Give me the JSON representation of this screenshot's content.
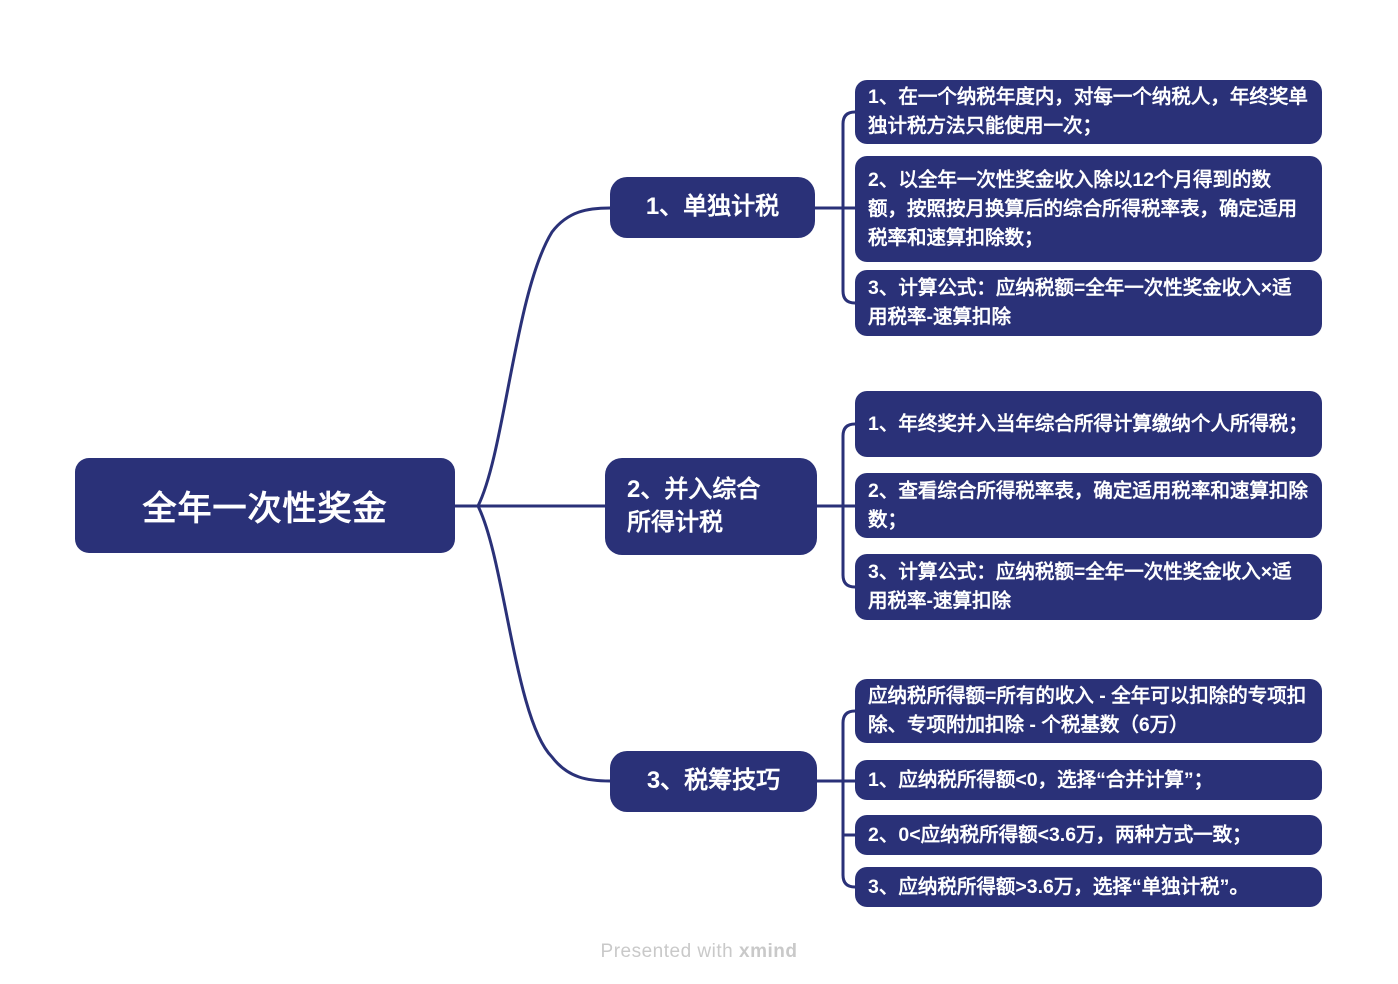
{
  "diagram": {
    "root": {
      "label": "全年一次性奖金"
    },
    "branches": [
      {
        "label": "1、单独计税",
        "children": [
          "1、在一个纳税年度内，对每一个纳税人，年终奖单独计税方法只能使用一次；",
          "2、以全年一次性奖金收入除以12个月得到的数额，按照按月换算后的综合所得税率表，确定适用税率和速算扣除数；",
          "3、计算公式：应纳税额=全年一次性奖金收入×适用税率-速算扣除"
        ]
      },
      {
        "label": "2、并入综合\n所得计税",
        "children": [
          "1、年终奖并入当年综合所得计算缴纳个人所得税；",
          "2、查看综合所得税率表，确定适用税率和速算扣除数；",
          "3、计算公式：应纳税额=全年一次性奖金收入×适用税率-速算扣除"
        ]
      },
      {
        "label": "3、税筹技巧",
        "children": [
          "应纳税所得额=所有的收入 - 全年可以扣除的专项扣除、专项附加扣除 - 个税基数（6万）",
          "1、应纳税所得额<0，选择“合并计算”；",
          "2、0<应纳税所得额<3.6万，两种方式一致；",
          "3、应纳税所得额>3.6万，选择“单独计税”。"
        ]
      }
    ],
    "footer": {
      "prefix": "Presented with ",
      "brand": "xmind"
    },
    "colors": {
      "node_bg": "#2a3178",
      "text": "#ffffff",
      "connector": "#2a3178",
      "background": "#ffffff",
      "footer_text": "#c9c9c9"
    }
  }
}
